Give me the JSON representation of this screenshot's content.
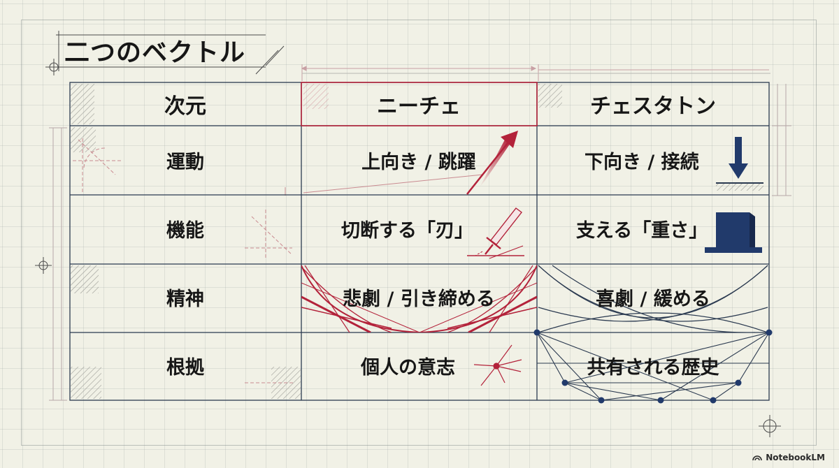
{
  "title": "二つのベクトル",
  "table": {
    "headers": [
      "次元",
      "ニーチェ",
      "チェスタトン"
    ],
    "rows": [
      {
        "label": "運動",
        "nietzsche": "上向き / 跳躍",
        "chesterton": "下向き / 接続"
      },
      {
        "label": "機能",
        "nietzsche": "切断する「刃」",
        "chesterton": "支える「重さ」"
      },
      {
        "label": "精神",
        "nietzsche": "悲劇 / 引き締める",
        "chesterton": "喜劇 / 緩める"
      },
      {
        "label": "根拠",
        "nietzsche": "個人の意志",
        "chesterton": "共有される歴史"
      }
    ]
  },
  "watermark": "NotebookLM",
  "colors": {
    "background": "#f1f1e6",
    "grid_line": "#2b3a50",
    "nietzsche_accent": "#b3223a",
    "chesterton_accent": "#213a6b",
    "text": "#161616"
  },
  "icons": [
    "up-right-arrow-icon",
    "down-arrow-icon",
    "blade-icon",
    "weight-block-icon",
    "radial-burst-icon",
    "node-network-icon"
  ]
}
